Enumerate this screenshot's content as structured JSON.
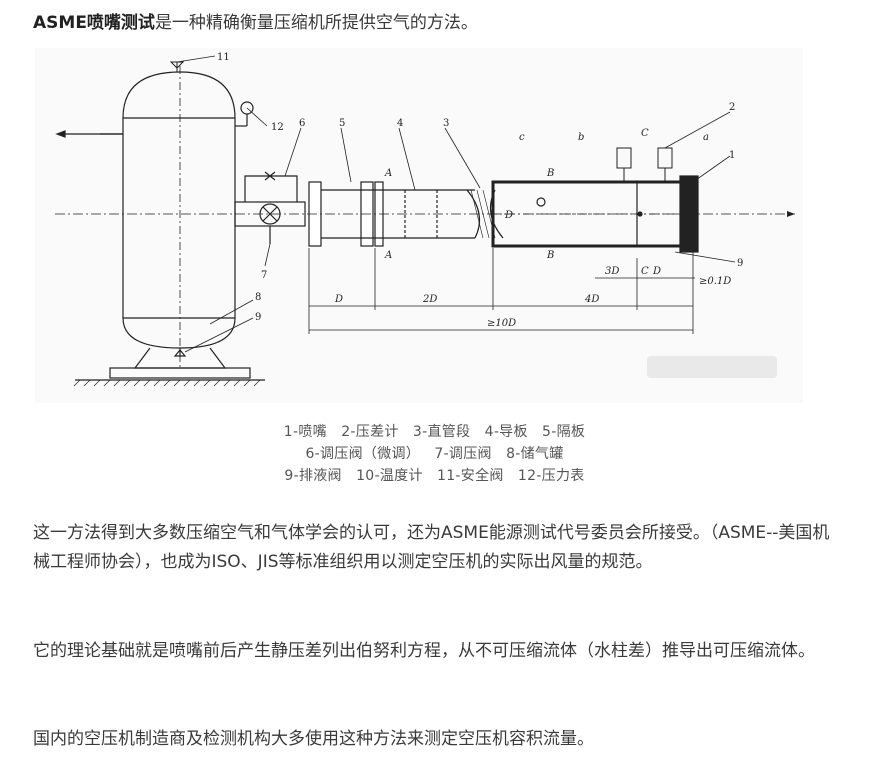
{
  "intro": {
    "bold": "ASME喷嘴测试",
    "rest": "是一种精确衡量压缩机所提供空气的方法。"
  },
  "figure": {
    "callouts": [
      "11",
      "12",
      "6",
      "5",
      "4",
      "3",
      "2",
      "1",
      "7",
      "8",
      "9",
      "9",
      "c",
      "b",
      "a"
    ],
    "section_labels": [
      "A",
      "A",
      "B",
      "B",
      "C",
      "C"
    ],
    "dims": {
      "d1": "D",
      "d2": "2D",
      "d3": "4D",
      "d4": "≥10D",
      "d5": "3D",
      "d6": "D",
      "d7": "≥0.1D",
      "dia": "D"
    }
  },
  "caption": {
    "line1": "1-喷嘴   2-压差计   3-直管段   4-导板   5-隔板",
    "line2": "6-调压阀（微调）   7-调压阀   8-储气罐",
    "line3": "9-排液阀   10-温度计   11-安全阀   12-压力表"
  },
  "paragraphs": {
    "p1": "这一方法得到大多数压缩空气和气体学会的认可，还为ASME能源测试代号委员会所接受。（ASME--美国机械工程师协会），也成为ISO、JIS等标准组织用以测定空压机的实际出风量的规范。",
    "p2": "它的理论基础就是喷嘴前后产生静压差列出伯努利方程，从不可压缩流体（水柱差）推导出可压缩流体。",
    "p3": "国内的空压机制造商及检测机构大多使用这种方法来测定空压机容积流量。"
  }
}
